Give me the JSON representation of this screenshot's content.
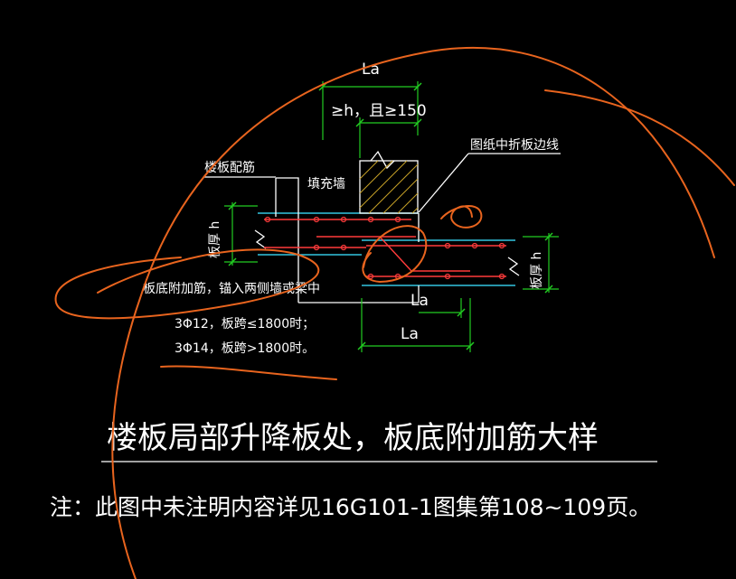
{
  "drawing": {
    "title": "楼板局部升降板处，板底附加筋大样",
    "note": "注：此图中未注明内容详见16G101-1图集第108~109页。",
    "labels": {
      "slab_reinforcement": "楼板配筋",
      "infill_wall": "填充墙",
      "fold_edge_line": "图纸中折板边线",
      "slab_thickness_left": "板厚 h",
      "slab_thickness_right": "板厚 h",
      "extra_bar_title": "板底附加筋，锚入两侧墙或梁中",
      "extra_bar_rule_1": "3Φ12，板跨≤1800时；",
      "extra_bar_rule_2": "3Φ14，板跨>1800时。",
      "dim_top": "La",
      "dim_top_condition": "≥h，且≥150",
      "dim_mid": "La",
      "dim_bottom": "La"
    }
  },
  "colors": {
    "background": "#000000",
    "line": "#ffffff",
    "rebar": "#ff3b3b",
    "dimension": "#22cc22",
    "slab_outline": "#33c6e0",
    "hatch": "#c9a227",
    "markup": "#e8641e"
  }
}
